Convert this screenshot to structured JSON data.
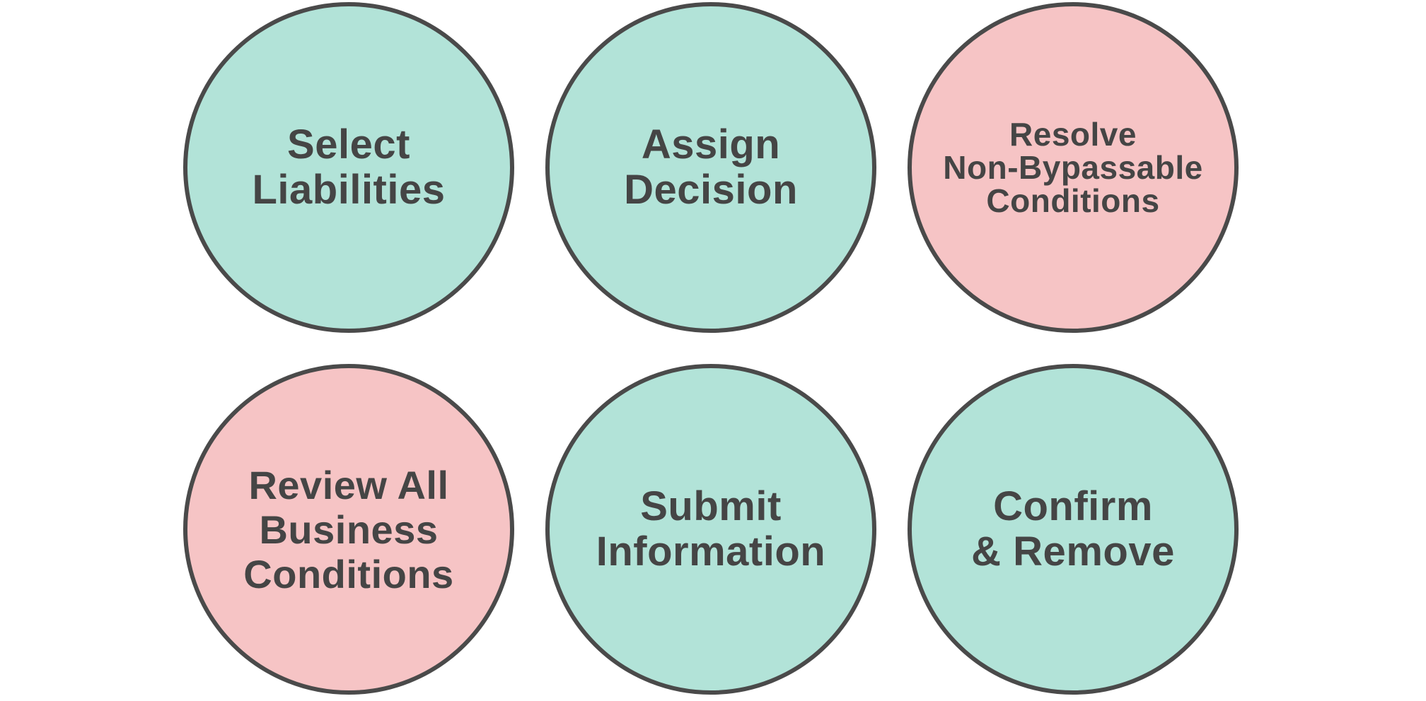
{
  "steps": [
    {
      "lines": [
        "Select",
        "Liabilities"
      ],
      "color": "#b2e3d8"
    },
    {
      "lines": [
        "Assign",
        "Decision"
      ],
      "color": "#b2e3d8"
    },
    {
      "lines": [
        "Resolve",
        "Non-Bypassable",
        "Conditions"
      ],
      "color": "#f6c4c5"
    },
    {
      "lines": [
        "Review All",
        "Business",
        "Conditions"
      ],
      "color": "#f6c4c5"
    },
    {
      "lines": [
        "Submit",
        "Information"
      ],
      "color": "#b2e3d8"
    },
    {
      "lines": [
        "Confirm",
        "& Remove"
      ],
      "color": "#b2e3d8"
    }
  ],
  "colors": {
    "teal": "#b2e3d8",
    "pink": "#f6c4c5",
    "outline": "#4a4a4a",
    "text": "#454545"
  }
}
